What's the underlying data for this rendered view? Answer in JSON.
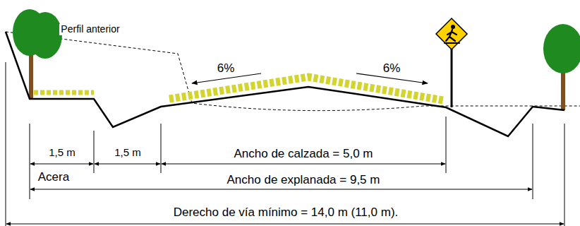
{
  "diagram": {
    "labels": [
      "Perfil anterior",
      "6%",
      "6%",
      "1,5 m",
      "1,5 m",
      "Ancho de calzada = 5,0 m",
      "Acera",
      "Ancho de explanada = 9,5 m",
      "Derecho de vía mínimo = 14,0 m (11,0 m)."
    ]
  }
}
